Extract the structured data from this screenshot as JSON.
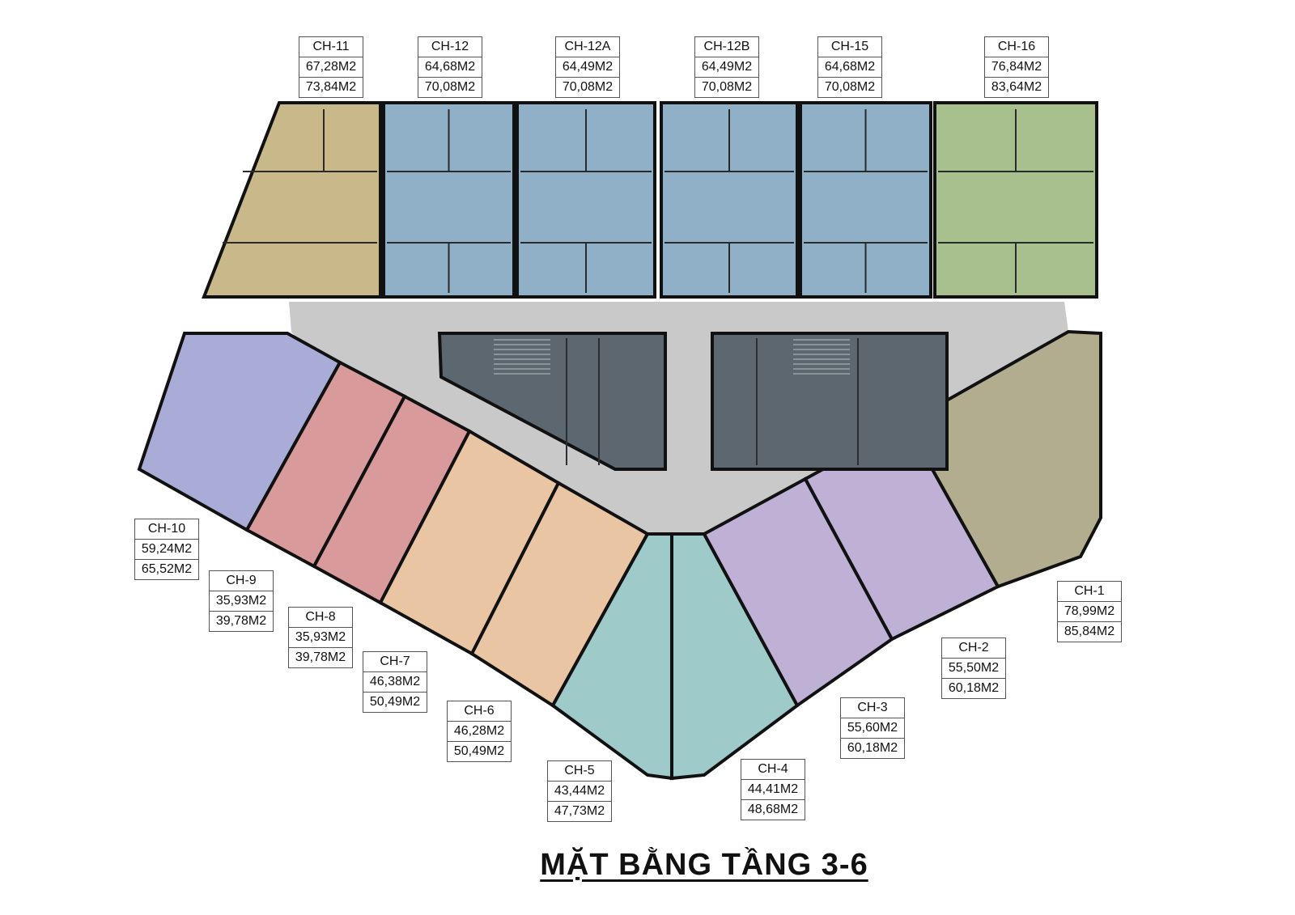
{
  "title": "MẶT BẰNG TẦNG 3-6",
  "units": [
    {
      "id": "CH-11",
      "area_1": "67,28M2",
      "area_2": "73,84M2",
      "color": "#c9b98a"
    },
    {
      "id": "CH-12",
      "area_1": "64,68M2",
      "area_2": "70,08M2",
      "color": "#8fb0c7"
    },
    {
      "id": "CH-12A",
      "area_1": "64,49M2",
      "area_2": "70,08M2",
      "color": "#8fb0c7"
    },
    {
      "id": "CH-12B",
      "area_1": "64,49M2",
      "area_2": "70,08M2",
      "color": "#8fb0c7"
    },
    {
      "id": "CH-15",
      "area_1": "64,68M2",
      "area_2": "70,08M2",
      "color": "#8fb0c7"
    },
    {
      "id": "CH-16",
      "area_1": "76,84M2",
      "area_2": "83,64M2",
      "color": "#a7c08e"
    },
    {
      "id": "CH-10",
      "area_1": "59,24M2",
      "area_2": "65,52M2",
      "color": "#a9acd6"
    },
    {
      "id": "CH-9",
      "area_1": "35,93M2",
      "area_2": "39,78M2",
      "color": "#d99a9c"
    },
    {
      "id": "CH-8",
      "area_1": "35,93M2",
      "area_2": "39,78M2",
      "color": "#d99a9c"
    },
    {
      "id": "CH-7",
      "area_1": "46,38M2",
      "area_2": "50,49M2",
      "color": "#e9c5a4"
    },
    {
      "id": "CH-6",
      "area_1": "46,28M2",
      "area_2": "50,49M2",
      "color": "#e9c5a4"
    },
    {
      "id": "CH-5",
      "area_1": "43,44M2",
      "area_2": "47,73M2",
      "color": "#9fcaca"
    },
    {
      "id": "CH-4",
      "area_1": "44,41M2",
      "area_2": "48,68M2",
      "color": "#9fcaca"
    },
    {
      "id": "CH-3",
      "area_1": "55,60M2",
      "area_2": "60,18M2",
      "color": "#bfb1d6"
    },
    {
      "id": "CH-2",
      "area_1": "55,50M2",
      "area_2": "60,18M2",
      "color": "#bfb1d6"
    },
    {
      "id": "CH-1",
      "area_1": "78,99M2",
      "area_2": "85,84M2",
      "color": "#b3ad8f"
    }
  ],
  "colors": {
    "corridor": "#c9c9c9",
    "core": "#5c6770",
    "wall": "#111111",
    "background": "#ffffff"
  }
}
